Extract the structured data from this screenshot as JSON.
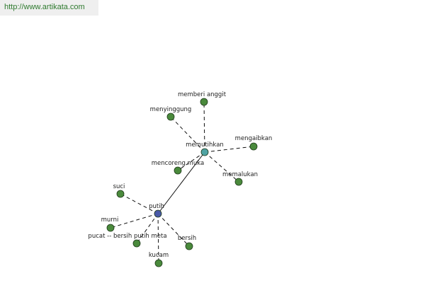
{
  "watermark": {
    "url": "http://www.artikata.com"
  },
  "colors": {
    "center_node": "#4a5aa8",
    "hub_node": "#4fa3a3",
    "leaf_node": "#4a8a3c",
    "node_stroke": "#1f3a1a",
    "edge": "#111111",
    "url_text": "#2e7a2e",
    "url_bg": "#efefef"
  },
  "graph": {
    "nodes": [
      {
        "id": "putih",
        "label": "putih",
        "kind": "center"
      },
      {
        "id": "memutihkan",
        "label": "memutihkan",
        "kind": "hub"
      },
      {
        "id": "memberi_anggit",
        "label": "memberi anggit",
        "kind": "leaf"
      },
      {
        "id": "menyinggung",
        "label": "menyinggung",
        "kind": "leaf"
      },
      {
        "id": "mengaibkan",
        "label": "mengaibkan",
        "kind": "leaf"
      },
      {
        "id": "mencoreng_muka",
        "label": "mencoreng muka",
        "kind": "leaf"
      },
      {
        "id": "memalukan",
        "label": "memalukan",
        "kind": "leaf"
      },
      {
        "id": "suci",
        "label": "suci",
        "kind": "leaf"
      },
      {
        "id": "murni",
        "label": "murni",
        "kind": "leaf"
      },
      {
        "id": "pucat",
        "label": "pucat -- bersih putih meta",
        "kind": "leaf"
      },
      {
        "id": "bersih",
        "label": "bersih",
        "kind": "leaf"
      },
      {
        "id": "kucam",
        "label": "kucam",
        "kind": "leaf"
      }
    ],
    "edges": [
      {
        "from": "putih",
        "to": "memutihkan",
        "style": "solid"
      },
      {
        "from": "memutihkan",
        "to": "memberi_anggit",
        "style": "dashed"
      },
      {
        "from": "memutihkan",
        "to": "menyinggung",
        "style": "dashed"
      },
      {
        "from": "memutihkan",
        "to": "mengaibkan",
        "style": "dashed"
      },
      {
        "from": "memutihkan",
        "to": "mencoreng_muka",
        "style": "dashed"
      },
      {
        "from": "memutihkan",
        "to": "memalukan",
        "style": "dashed"
      },
      {
        "from": "putih",
        "to": "suci",
        "style": "dashed"
      },
      {
        "from": "putih",
        "to": "murni",
        "style": "dashed"
      },
      {
        "from": "putih",
        "to": "pucat",
        "style": "dashed"
      },
      {
        "from": "putih",
        "to": "bersih",
        "style": "dashed"
      },
      {
        "from": "putih",
        "to": "kucam",
        "style": "dashed"
      }
    ]
  }
}
